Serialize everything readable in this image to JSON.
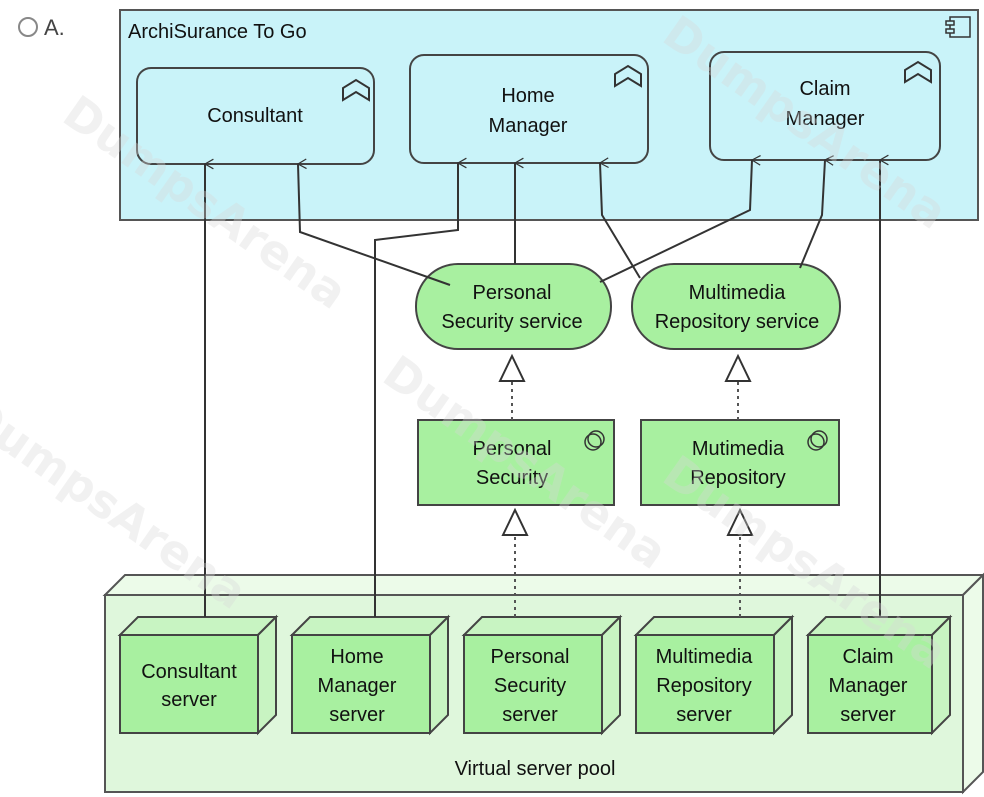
{
  "option": {
    "radio_icon": "radio-unselected-icon",
    "label": "A."
  },
  "watermark": "DumpsArena",
  "application_component": {
    "title": "ArchiSurance To Go",
    "icon": "component-icon",
    "fill": "#c9f3f9",
    "roles": [
      {
        "key": "consultant",
        "lines": [
          "Consultant"
        ],
        "icon": "role-icon"
      },
      {
        "key": "home_manager",
        "lines": [
          "Home",
          "Manager"
        ],
        "icon": "role-icon"
      },
      {
        "key": "claim_manager",
        "lines": [
          "Claim",
          "Manager"
        ],
        "icon": "role-icon"
      }
    ]
  },
  "services": [
    {
      "key": "personal_security_service",
      "lines": [
        "Personal",
        "Security service"
      ]
    },
    {
      "key": "multimedia_repository_service",
      "lines": [
        "Multimedia",
        "Repository service"
      ]
    }
  ],
  "system_software": [
    {
      "key": "personal_security",
      "lines": [
        "Personal",
        "Security"
      ],
      "icon": "system-software-icon"
    },
    {
      "key": "multimedia_repository",
      "lines": [
        "Mutimedia",
        "Repository"
      ],
      "icon": "system-software-icon"
    }
  ],
  "node_pool": {
    "label": "Virtual server pool",
    "fill": "#dff7dc",
    "servers": [
      {
        "key": "consultant_server",
        "lines": [
          "Consultant",
          "server"
        ]
      },
      {
        "key": "home_manager_server",
        "lines": [
          "Home",
          "Manager",
          "server"
        ]
      },
      {
        "key": "personal_security_server",
        "lines": [
          "Personal",
          "Security",
          "server"
        ]
      },
      {
        "key": "multimedia_repository_server",
        "lines": [
          "Multimedia",
          "Repository",
          "server"
        ]
      },
      {
        "key": "claim_manager_server",
        "lines": [
          "Claim",
          "Manager",
          "server"
        ]
      }
    ]
  },
  "colors": {
    "application": "#c9f3f9",
    "technology": "#a8f0a0",
    "pool": "#dff7dc",
    "stroke": "#333333"
  }
}
